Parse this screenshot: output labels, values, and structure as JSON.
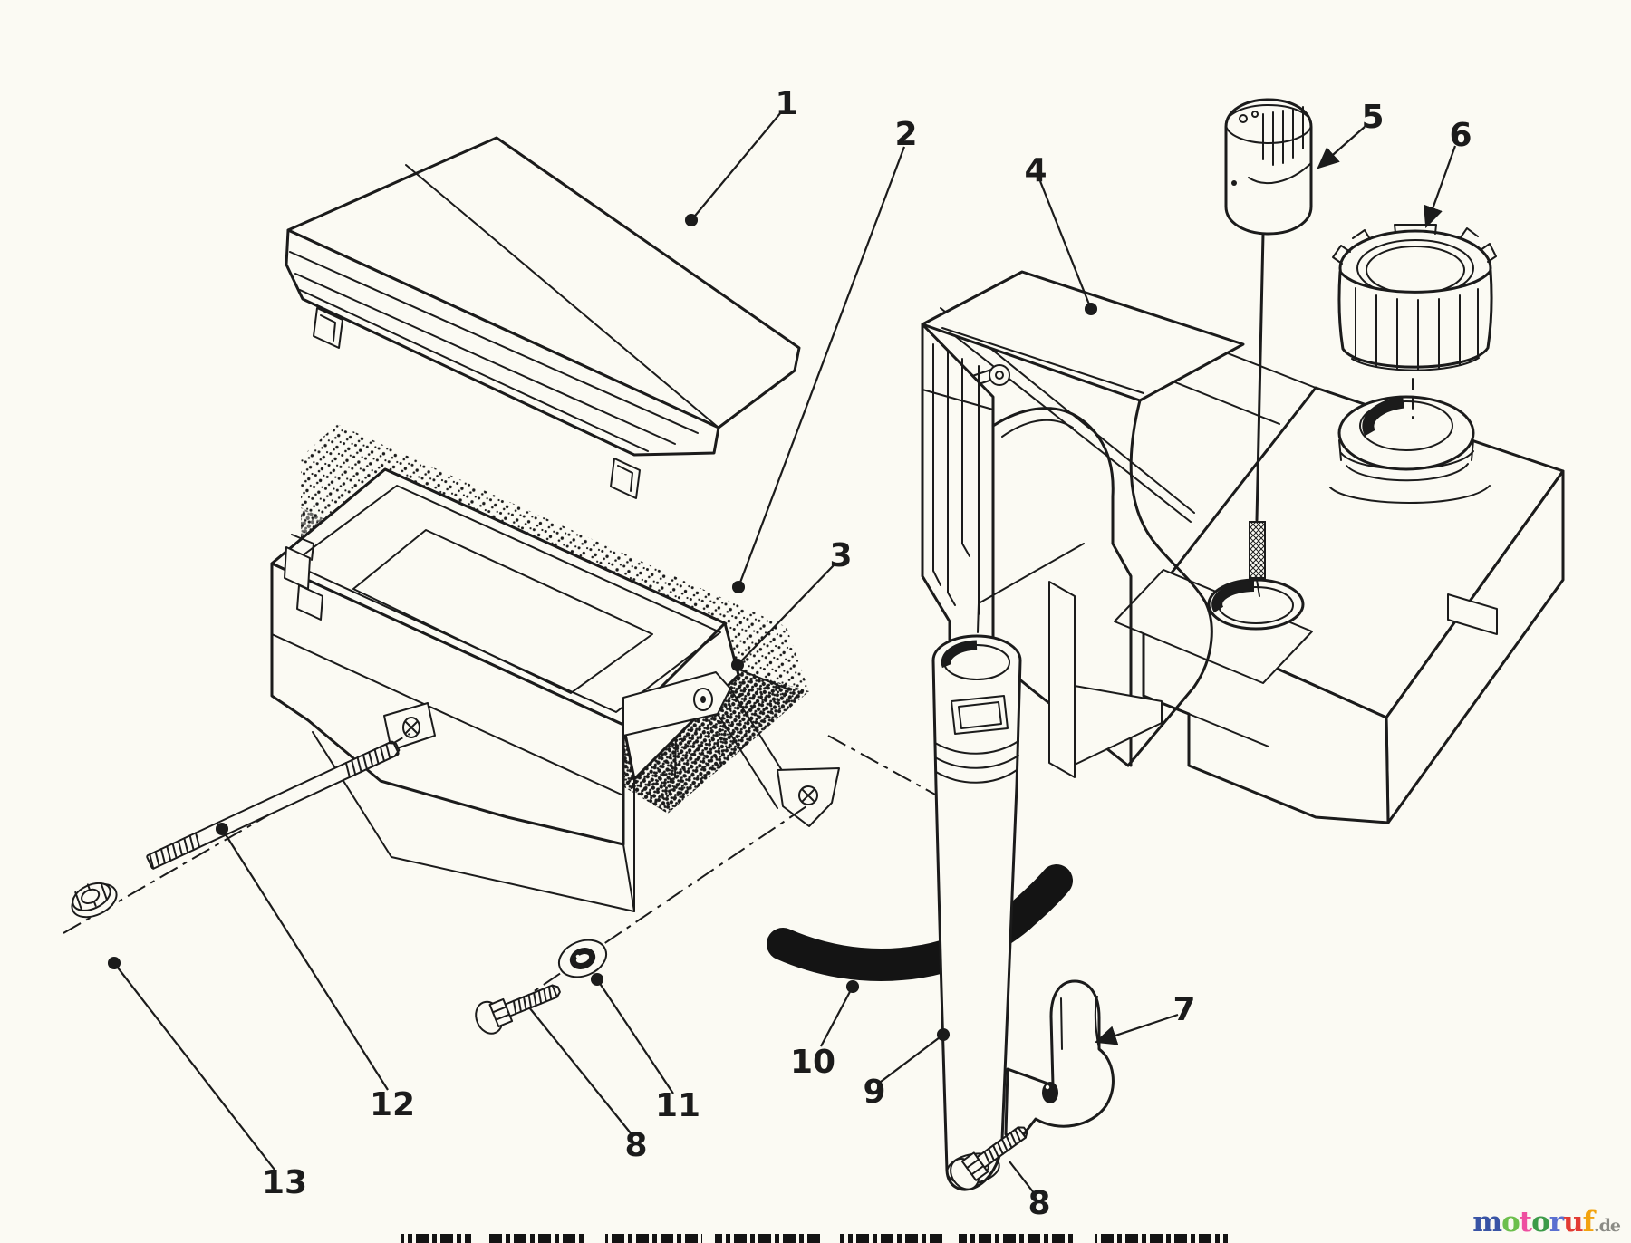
{
  "diagram": {
    "ink_color": "#1b1b1b",
    "background_color": "#fbfaf3",
    "callouts": {
      "c1": "1",
      "c2": "2",
      "c3": "3",
      "c4": "4",
      "c5": "5",
      "c6": "6",
      "c7": "7",
      "c8a": "8",
      "c8b": "8",
      "c9": "9",
      "c10": "10",
      "c11": "11",
      "c12": "12",
      "c13": "13"
    }
  },
  "watermark": {
    "word": "motoruf",
    "suffix": ".de",
    "suffix_color": "#8b8b85",
    "letters": [
      {
        "ch": "m",
        "color": "#3954a5"
      },
      {
        "ch": "o",
        "color": "#6cbf4c"
      },
      {
        "ch": "t",
        "color": "#ee4fa0"
      },
      {
        "ch": "o",
        "color": "#3d9b49"
      },
      {
        "ch": "r",
        "color": "#5a6fd0"
      },
      {
        "ch": "u",
        "color": "#e23b33"
      },
      {
        "ch": "f",
        "color": "#f2a30f"
      }
    ]
  }
}
